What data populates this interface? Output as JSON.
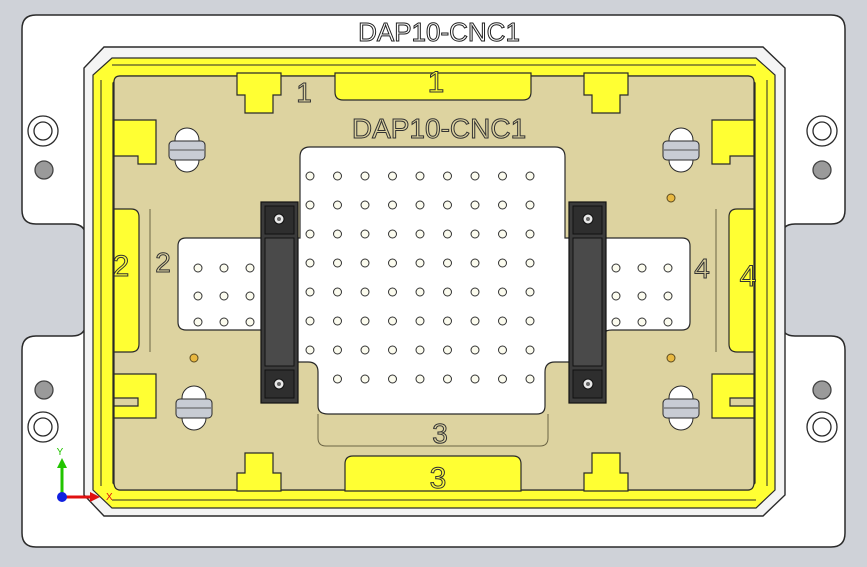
{
  "plate": {
    "label_top": "DAP10-CNC1",
    "label_inner": "DAP10-CNC1"
  },
  "side_numbers": {
    "top_outer": "1",
    "top_inner": "1",
    "left_outer": "2",
    "left_inner": "2",
    "right_outer": "4",
    "right_inner": "4",
    "bottom_outer": "3",
    "bottom_inner": "3"
  },
  "axis_triad": {
    "y_label": "Y",
    "x_label": "X"
  },
  "colors": {
    "background": "#cfd2d8",
    "base_plate": "#ffffff",
    "outline": "#2a2a2a",
    "yellow": "#ffff33",
    "tan": "#ddd3a0",
    "clamp": "#3b3b3b",
    "axis_y": "#22c400",
    "axis_x": "#e01010",
    "axis_z": "#1020e0"
  }
}
